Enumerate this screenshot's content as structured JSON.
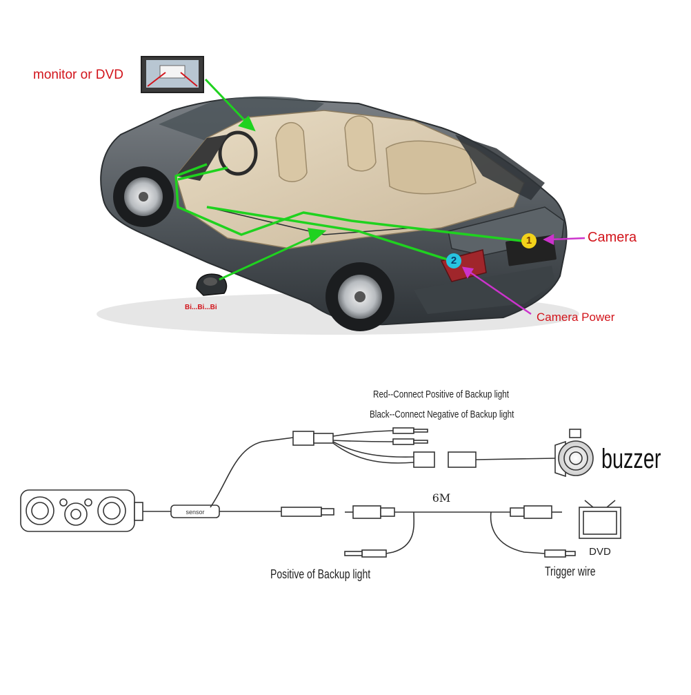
{
  "car_diagram": {
    "labels": {
      "monitor": "monitor or DVD",
      "camera": "Camera",
      "camera_power": "Camera Power",
      "beep": "Bi...Bi...Bi"
    },
    "badges": {
      "one": "1",
      "two": "2"
    },
    "colors": {
      "wire_green": "#1fd21f",
      "pointer_magenta": "#cc33cc",
      "label_red": "#d2141b",
      "badge_yellow": "#f2d21a",
      "badge_cyan": "#27c4e0"
    }
  },
  "wiring_diagram": {
    "red_wire_note": "Red--Connect Positive of Backup light",
    "black_wire_note": "Black--Connect Negative of Backup light",
    "buzzer_label": "buzzer",
    "cable_length": "6M",
    "dvd_label": "DVD",
    "positive_label": "Positive of Backup light",
    "trigger_label": "Trigger wire",
    "sensor_box_text": "sensor"
  }
}
